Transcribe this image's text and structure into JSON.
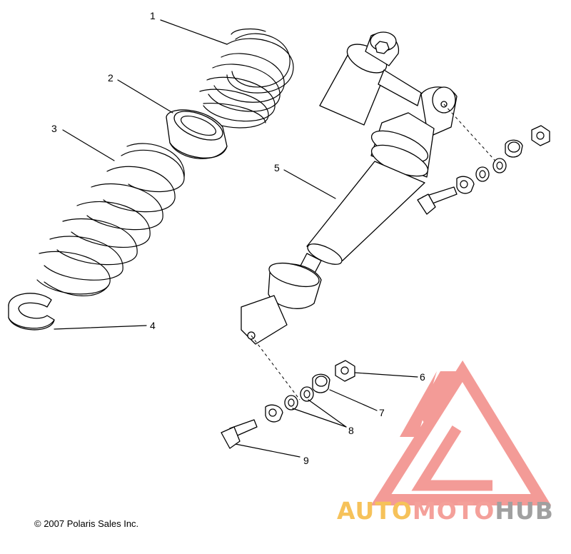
{
  "callouts": [
    {
      "number": "1"
    },
    {
      "number": "2"
    },
    {
      "number": "3"
    },
    {
      "number": "4"
    },
    {
      "number": "5"
    },
    {
      "number": "6"
    },
    {
      "number": "7"
    },
    {
      "number": "8"
    },
    {
      "number": "9"
    }
  ],
  "copyright": "© 2007 Polaris Sales Inc.",
  "watermark": {
    "part1": "AUTO",
    "part2": "MOTO",
    "part3": "HUB",
    "color_auto": "#f6c25a",
    "color_moto": "#f4a09a",
    "color_hub": "#a0a0a0",
    "logo_color": "#f28a85"
  }
}
